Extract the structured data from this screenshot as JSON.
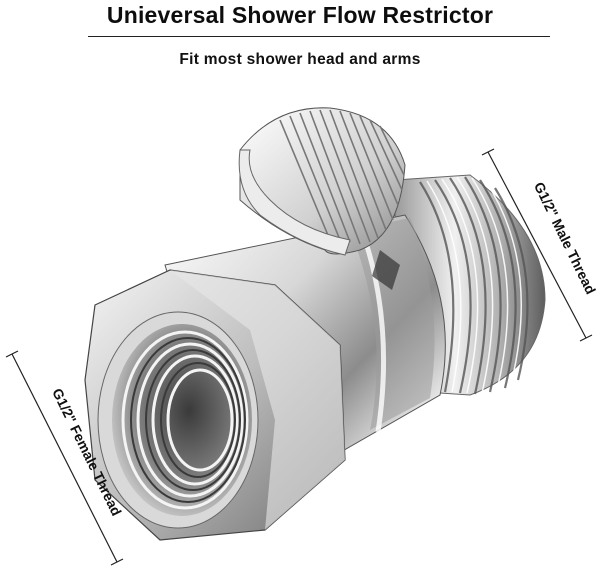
{
  "header": {
    "title": "Unieversal Shower Flow Restrictor",
    "subtitle": "Fit most shower head and arms"
  },
  "labels": {
    "male_thread": "G1/2\" Male Thread",
    "female_thread": "G1/2\" Female Thread"
  },
  "colors": {
    "text": "#111111",
    "chrome_light": "#f2f2f2",
    "chrome_dark": "#4a4a4a"
  }
}
